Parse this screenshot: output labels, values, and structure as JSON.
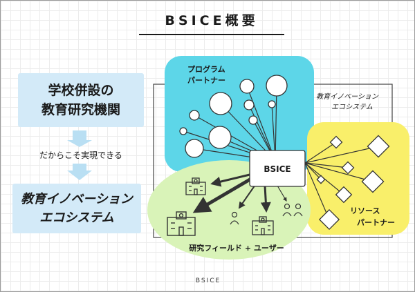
{
  "title": "BSICE概要",
  "left": {
    "line1": "学校併設の",
    "line2": "教育研究機関"
  },
  "arrow_label": "だからこそ実現できる",
  "result": {
    "line1": "教育イノベーション",
    "line2": "エコシステム"
  },
  "program_partner": {
    "line1": "プログラム",
    "line2": "パートナー",
    "color": "#5dd6e8"
  },
  "ecosystem": {
    "line1": "教育イノベーション",
    "line2": "エコシステム"
  },
  "resource_partner": {
    "line1": "リソース",
    "line2": "パートナー",
    "color": "#f9ef6a"
  },
  "field": {
    "label": "研究フィールド + ユーザー",
    "color": "#d9f3b8"
  },
  "hub": {
    "label": "BSICE"
  },
  "footer": "BSICE",
  "icons": {
    "school": "school-building-icon",
    "person": "person-icon"
  }
}
